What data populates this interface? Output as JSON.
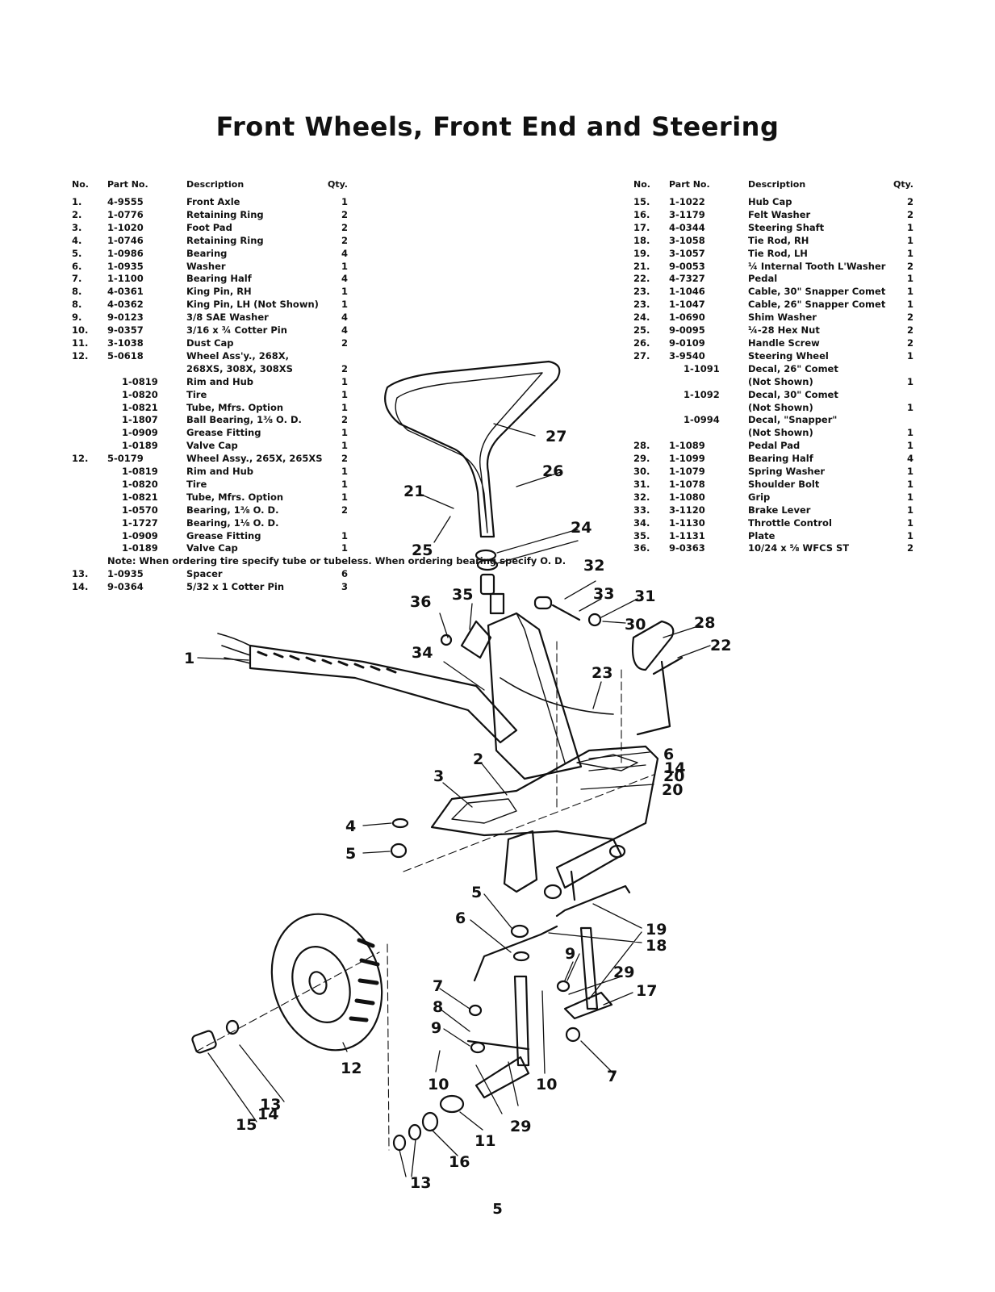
{
  "title": "Front Wheels, Front End and Steering",
  "headers": {
    "no": "No.",
    "part": "Part No.",
    "desc": "Description",
    "qty": "Qty."
  },
  "left_rows": [
    {
      "no": "1.",
      "part": "4-9555",
      "desc": "Front Axle",
      "qty": "1"
    },
    {
      "no": "2.",
      "part": "1-0776",
      "desc": "Retaining Ring",
      "qty": "2"
    },
    {
      "no": "3.",
      "part": "1-1020",
      "desc": "Foot Pad",
      "qty": "2"
    },
    {
      "no": "4.",
      "part": "1-0746",
      "desc": "Retaining Ring",
      "qty": "2"
    },
    {
      "no": "5.",
      "part": "1-0986",
      "desc": "Bearing",
      "qty": "4"
    },
    {
      "no": "6.",
      "part": "1-0935",
      "desc": "Washer",
      "qty": "1"
    },
    {
      "no": "7.",
      "part": "1-1100",
      "desc": "Bearing Half",
      "qty": "4"
    },
    {
      "no": "8.",
      "part": "4-0361",
      "desc": "King Pin, RH",
      "qty": "1"
    },
    {
      "no": "8.",
      "part": "4-0362",
      "desc": "King Pin, LH (Not Shown)",
      "qty": "1"
    },
    {
      "no": "9.",
      "part": "9-0123",
      "desc": "3/8 SAE Washer",
      "qty": "4"
    },
    {
      "no": "10.",
      "part": "9-0357",
      "desc": "3/16 x ¾ Cotter Pin",
      "qty": "4"
    },
    {
      "no": "11.",
      "part": "3-1038",
      "desc": "Dust Cap",
      "qty": "2"
    },
    {
      "no": "12.",
      "part": "5-0618",
      "desc": "Wheel Ass'y., 268X,",
      "qty": ""
    },
    {
      "no": "",
      "part": "",
      "desc": "268XS, 308X, 308XS",
      "qty": "2"
    },
    {
      "no": "",
      "part": "1-0819",
      "desc": "Rim and Hub",
      "qty": "1"
    },
    {
      "no": "",
      "part": "1-0820",
      "desc": "Tire",
      "qty": "1"
    },
    {
      "no": "",
      "part": "1-0821",
      "desc": "Tube, Mfrs. Option",
      "qty": "1"
    },
    {
      "no": "",
      "part": "1-1807",
      "desc": "Ball Bearing, 1⅜ O. D.",
      "qty": "2"
    },
    {
      "no": "",
      "part": "1-0909",
      "desc": "Grease Fitting",
      "qty": "1"
    },
    {
      "no": "",
      "part": "1-0189",
      "desc": "Valve Cap",
      "qty": "1"
    },
    {
      "no": "12.",
      "part": "5-0179",
      "desc": "Wheel Assy., 265X, 265XS",
      "qty": "2"
    },
    {
      "no": "",
      "part": "1-0819",
      "desc": "Rim and Hub",
      "qty": "1"
    },
    {
      "no": "",
      "part": "1-0820",
      "desc": "Tire",
      "qty": "1"
    },
    {
      "no": "",
      "part": "1-0821",
      "desc": "Tube, Mfrs. Option",
      "qty": "1"
    },
    {
      "no": "",
      "part": "1-0570",
      "desc": "Bearing, 1⅜ O. D.",
      "qty": "2"
    },
    {
      "no": "",
      "part": "1-1727",
      "desc": "Bearing, 1⅛ O. D.",
      "qty": ""
    },
    {
      "no": "",
      "part": "1-0909",
      "desc": "Grease Fitting",
      "qty": "1"
    },
    {
      "no": "",
      "part": "1-0189",
      "desc": "Valve Cap",
      "qty": "1"
    }
  ],
  "note": "Note: When ordering tire specify tube or tubeless. When ordering bearing specify O. D.",
  "left_rows_after": [
    {
      "no": "13.",
      "part": "1-0935",
      "desc": "Spacer",
      "qty": "6"
    },
    {
      "no": "14.",
      "part": "9-0364",
      "desc": "5/32 x 1 Cotter Pin",
      "qty": "3"
    }
  ],
  "right_rows": [
    {
      "no": "15.",
      "part": "1-1022",
      "desc": "Hub Cap",
      "qty": "2"
    },
    {
      "no": "16.",
      "part": "3-1179",
      "desc": "Felt Washer",
      "qty": "2"
    },
    {
      "no": "17.",
      "part": "4-0344",
      "desc": "Steering Shaft",
      "qty": "1"
    },
    {
      "no": "18.",
      "part": "3-1058",
      "desc": "Tie Rod, RH",
      "qty": "1"
    },
    {
      "no": "19.",
      "part": "3-1057",
      "desc": "Tie Rod, LH",
      "qty": "1"
    },
    {
      "no": "21.",
      "part": "9-0053",
      "desc": "¼ Internal Tooth L'Washer",
      "qty": "2"
    },
    {
      "no": "22.",
      "part": "4-7327",
      "desc": "Pedal",
      "qty": "1"
    },
    {
      "no": "23.",
      "part": "1-1046",
      "desc": "Cable, 30\" Snapper Comet",
      "qty": "1"
    },
    {
      "no": "23.",
      "part": "1-1047",
      "desc": "Cable, 26\" Snapper Comet",
      "qty": "1"
    },
    {
      "no": "24.",
      "part": "1-0690",
      "desc": "Shim Washer",
      "qty": "2"
    },
    {
      "no": "25.",
      "part": "9-0095",
      "desc": "¼-28 Hex Nut",
      "qty": "2"
    },
    {
      "no": "26.",
      "part": "9-0109",
      "desc": "Handle Screw",
      "qty": "2"
    },
    {
      "no": "27.",
      "part": "3-9540",
      "desc": "Steering Wheel",
      "qty": "1"
    },
    {
      "no": "",
      "part": "1-1091",
      "desc": "Decal, 26\" Comet",
      "qty": ""
    },
    {
      "no": "",
      "part": "",
      "desc": "(Not Shown)",
      "qty": "1"
    },
    {
      "no": "",
      "part": "1-1092",
      "desc": "Decal, 30\" Comet",
      "qty": ""
    },
    {
      "no": "",
      "part": "",
      "desc": "(Not Shown)",
      "qty": "1"
    },
    {
      "no": "",
      "part": "1-0994",
      "desc": "Decal, \"Snapper\"",
      "qty": ""
    },
    {
      "no": "",
      "part": "",
      "desc": "(Not Shown)",
      "qty": "1"
    },
    {
      "no": "28.",
      "part": "1-1089",
      "desc": "Pedal Pad",
      "qty": "1"
    },
    {
      "no": "29.",
      "part": "1-1099",
      "desc": "Bearing Half",
      "qty": "4"
    },
    {
      "no": "30.",
      "part": "1-1079",
      "desc": "Spring Washer",
      "qty": "1"
    },
    {
      "no": "31.",
      "part": "1-1078",
      "desc": "Shoulder Bolt",
      "qty": "1"
    },
    {
      "no": "32.",
      "part": "1-1080",
      "desc": "Grip",
      "qty": "1"
    },
    {
      "no": "33.",
      "part": "3-1120",
      "desc": "Brake Lever",
      "qty": "1"
    },
    {
      "no": "34.",
      "part": "1-1130",
      "desc": "Throttle Control",
      "qty": "1"
    },
    {
      "no": "35.",
      "part": "1-1131",
      "desc": "Plate",
      "qty": "1"
    },
    {
      "no": "36.",
      "part": "9-0363",
      "desc": "10/24 x ⅝ WFCS ST",
      "qty": "2"
    }
  ],
  "callouts": [
    "1",
    "2",
    "3",
    "4",
    "5",
    "5",
    "6",
    "6",
    "7",
    "7",
    "8",
    "9",
    "9",
    "10",
    "10",
    "11",
    "12",
    "13",
    "13",
    "14",
    "14",
    "15",
    "16",
    "17",
    "18",
    "19",
    "20",
    "20",
    "21",
    "22",
    "23",
    "24",
    "25",
    "26",
    "27",
    "28",
    "29",
    "29",
    "30",
    "31",
    "32",
    "33",
    "34",
    "35",
    "36"
  ],
  "page_number": "5",
  "colors": {
    "ink": "#111111",
    "paper": "#ffffff"
  }
}
